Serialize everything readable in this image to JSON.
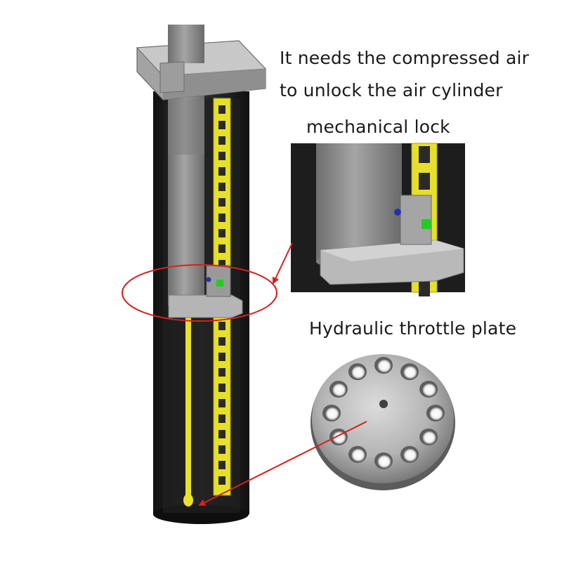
{
  "captions": {
    "line1": "It needs the compressed air",
    "line2": "to unlock the air cylinder",
    "line3": "mechanical lock",
    "throttle_label": "Hydraulic throttle plate"
  },
  "colors": {
    "cylinder_body": "#2b2b2b",
    "cylinder_inner": "#1a1a1a",
    "piston_rod": "#8c8c8c",
    "ladder": "#e6e02a",
    "annotation": "#d62020",
    "bracket": "#b5b5b5",
    "throttle_plate": "#b0b0b0",
    "lock_indicator": "#22cc22"
  },
  "icons": [
    "cylinder-diagram",
    "lock-detail-inset",
    "throttle-plate-photo",
    "callout-ellipse",
    "arrow"
  ]
}
